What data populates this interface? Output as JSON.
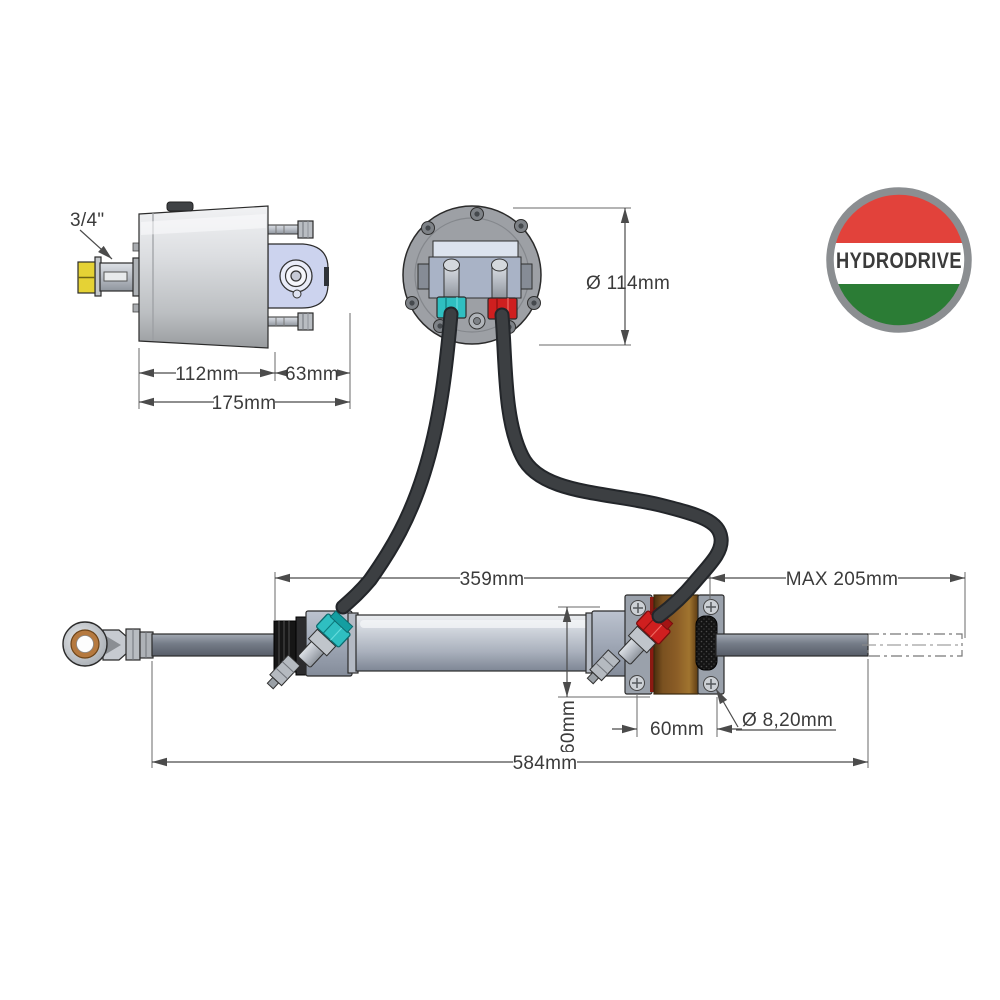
{
  "diagram": {
    "background": "#ffffff",
    "logo": {
      "text": "HYDRODRIVE",
      "ring_color": "#8b8e91",
      "band_red": "#e2423b",
      "band_white": "#ffffff",
      "band_green": "#2b7c35",
      "text_color": "#474a4d"
    },
    "helm_pump_side_view": {
      "shaft_thread_label": "3/4\"",
      "dim_body_length": "112mm",
      "dim_rear_length": "63mm",
      "dim_total_length": "175mm"
    },
    "helm_pump_back_view": {
      "dim_diameter": "Ø 114mm"
    },
    "cylinder_view": {
      "dim_body_length": "359mm",
      "dim_max_stroke": "MAX 205mm",
      "dim_end_height": "60mm",
      "dim_bracket_width": "60mm",
      "dim_mount_hole": "Ø 8,20mm",
      "dim_overall_length": "584mm"
    },
    "colors": {
      "port_teal": "#2fbfc1",
      "port_teal_dark": "#149ea1",
      "port_red": "#cf1f1f",
      "hose": "#3c3f42",
      "shaft_nut_yellow": "#e5d235",
      "mount_spacer_brown": "#8a5c26",
      "bracket_lavender": "#ccd3ee"
    }
  }
}
